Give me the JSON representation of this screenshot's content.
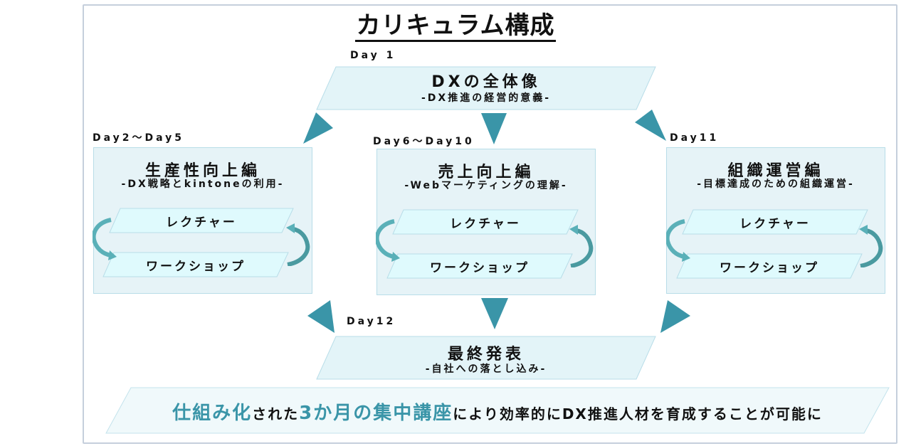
{
  "title": "カリキュラム構成",
  "colors": {
    "accent": "#3a95a8",
    "box_fill": "#e6f3f7",
    "sub_fill": "#dffafd",
    "border": "#b8dde8",
    "frame": "#c5cfdc"
  },
  "day1": {
    "day": "Day 1",
    "title": "DXの全体像",
    "subtitle": "-DX推進の経営的意義-"
  },
  "modules": [
    {
      "day": "Day2～Day5",
      "title": "生産性向上編",
      "subtitle": "-DX戦略とkintoneの利用-",
      "lecture": "レクチャー",
      "workshop": "ワークショップ"
    },
    {
      "day": "Day6～Day10",
      "title": "売上向上編",
      "subtitle": "-Webマーケティングの理解-",
      "lecture": "レクチャー",
      "workshop": "ワークショップ"
    },
    {
      "day": "Day11",
      "title": "組織運営編",
      "subtitle": "-目標達成のための組織運営-",
      "lecture": "レクチャー",
      "workshop": "ワークショップ"
    }
  ],
  "day12": {
    "day": "Day12",
    "title": "最終発表",
    "subtitle": "-自社への落とし込み-"
  },
  "banner": {
    "parts": [
      {
        "text": "仕組み化",
        "style": "accent"
      },
      {
        "text": "された",
        "style": "plain"
      },
      {
        "text": "3か月の集中講座",
        "style": "accent"
      },
      {
        "text": "により効率的にDX推進人材を育成することが可能に",
        "style": "plain"
      }
    ]
  },
  "icons": {
    "flow_arrow": "triangle-arrow-icon",
    "cycle_arrow": "curved-cycle-arrow-icon"
  }
}
